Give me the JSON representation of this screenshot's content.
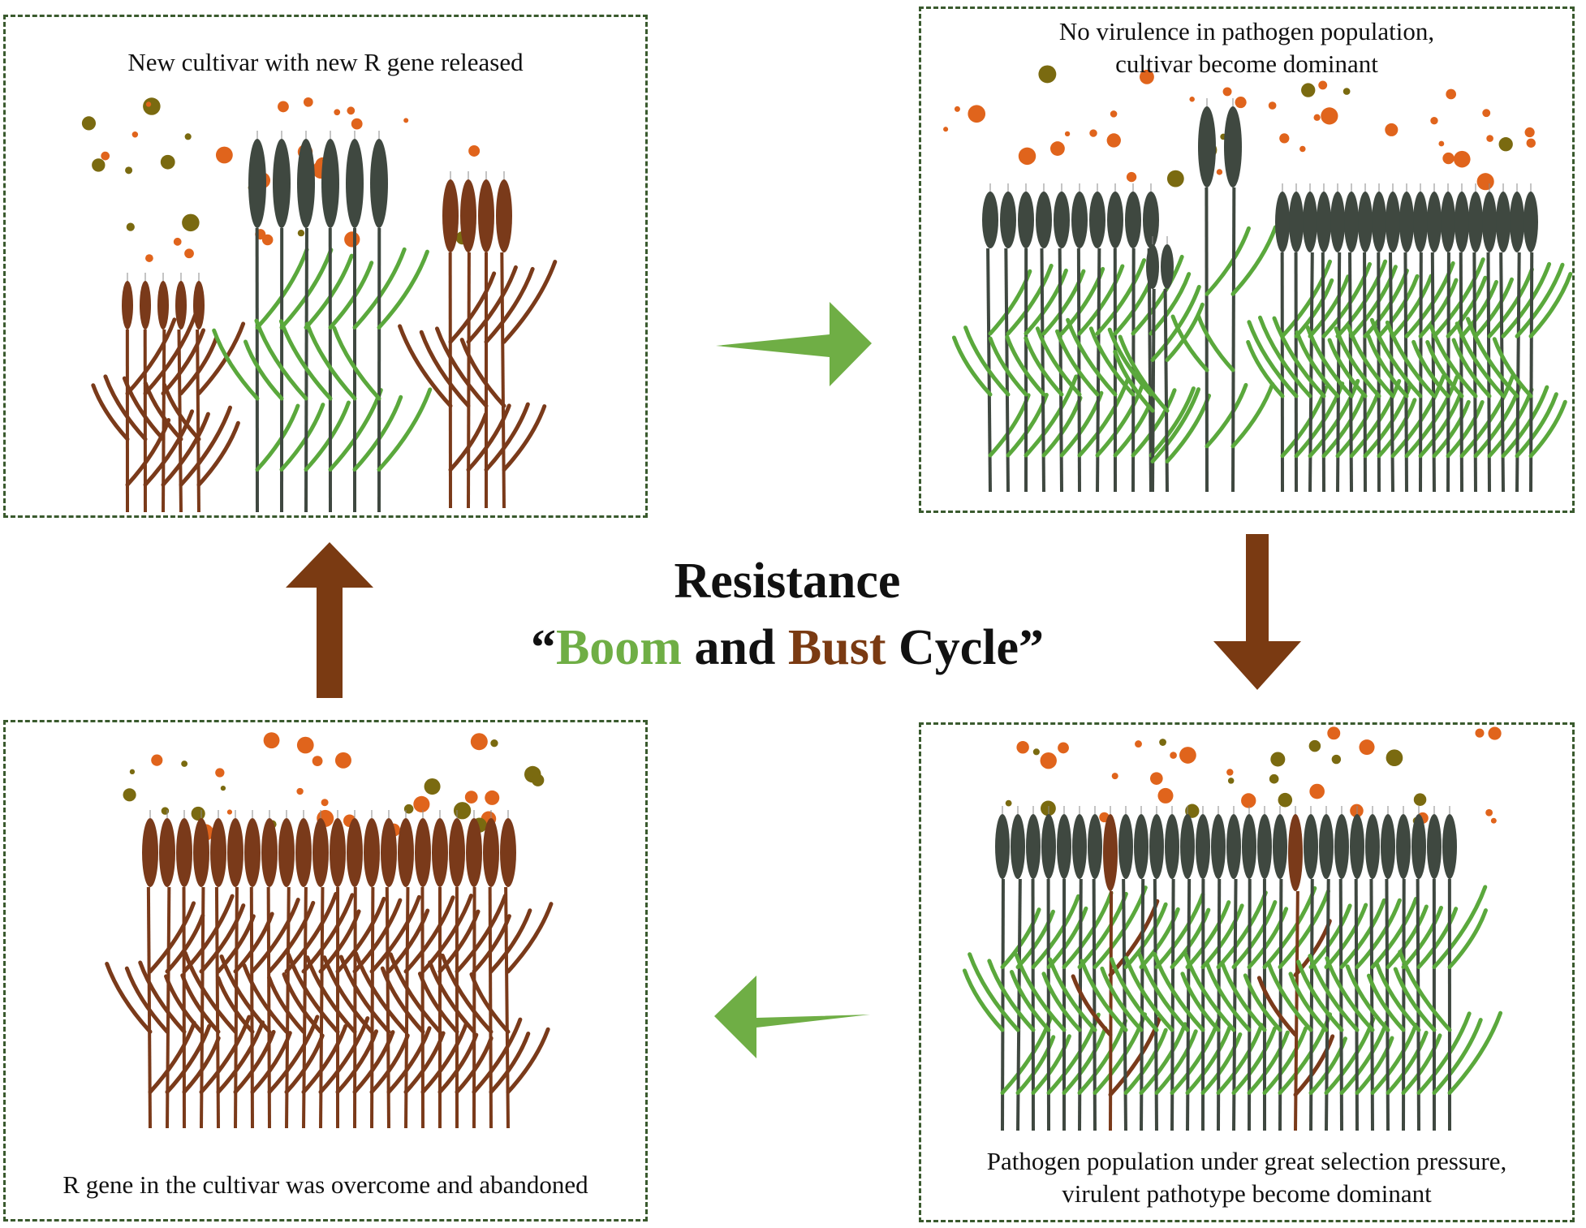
{
  "panels": {
    "top_left": {
      "caption": "New cultivar with new R gene released"
    },
    "top_right": {
      "caption_line1": "No virulence in pathogen population,",
      "caption_line2": "cultivar become dominant"
    },
    "bottom_right": {
      "caption_line1": "Pathogen population under great selection pressure,",
      "caption_line2": "virulent pathotype become dominant"
    },
    "bottom_left": {
      "caption": "R gene in the cultivar was overcome and abandoned"
    }
  },
  "title": {
    "line1": "Resistance",
    "open_quote": "“",
    "boom": "Boom",
    "and": " and ",
    "bust": "Bust",
    "cycle": " Cycle”"
  },
  "colors": {
    "green_arrow": "#6fae45",
    "brown_arrow": "#7a3a12",
    "boom_text": "#6fae45",
    "bust_text": "#7a3a12",
    "resistant_plant": "#3f4840",
    "resistant_leaf": "#5aa83c",
    "susceptible_plant": "#7a3a1a",
    "spore_orange": "#e0641c",
    "spore_olive": "#7a6a10",
    "panel_border": "#3a5a2e"
  }
}
